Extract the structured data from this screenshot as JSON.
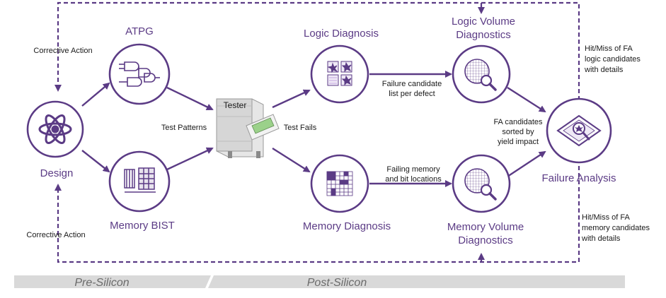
{
  "colors": {
    "accent": "#5b3b85",
    "text": "#1a1a1a",
    "phase_bar": "#d9d9d9"
  },
  "nodes": {
    "design": "Design",
    "atpg": "ATPG",
    "memory_bist": "Memory BIST",
    "tester": "Tester",
    "logic_diagnosis": "Logic Diagnosis",
    "memory_diagnosis": "Memory Diagnosis",
    "logic_volume_line1": "Logic Volume",
    "logic_volume_line2": "Diagnostics",
    "memory_volume_line1": "Memory Volume",
    "memory_volume_line2": "Diagnostics",
    "failure_analysis": "Failure Analysis"
  },
  "edge_labels": {
    "corrective_action_top": "Corrective Action",
    "corrective_action_bottom": "Corrective Action",
    "test_patterns": "Test Patterns",
    "test_fails": "Test Fails",
    "failure_candidate_line1": "Failure candidate",
    "failure_candidate_line2": "list per defect",
    "failing_memory_line1": "Failing memory",
    "failing_memory_line2": "and bit locations",
    "fa_candidates_line1": "FA candidates",
    "fa_candidates_line2": "sorted by",
    "fa_candidates_line3": "yield impact",
    "hit_logic_line1": "Hit/Miss of FA",
    "hit_logic_line2": "logic candidates",
    "hit_logic_line3": "with details",
    "hit_memory_line1": "Hit/Miss of FA",
    "hit_memory_line2": "memory candidates",
    "hit_memory_line3": "with details"
  },
  "phases": {
    "pre": "Pre-Silicon",
    "post": "Post-Silicon"
  },
  "icons": [
    "atom-icon",
    "logic-gates-icon",
    "memory-chip-icon",
    "tester-machine-icon",
    "defect-map-icon",
    "memory-grid-icon",
    "wafer-magnifier-icon",
    "failure-analysis-icon"
  ]
}
